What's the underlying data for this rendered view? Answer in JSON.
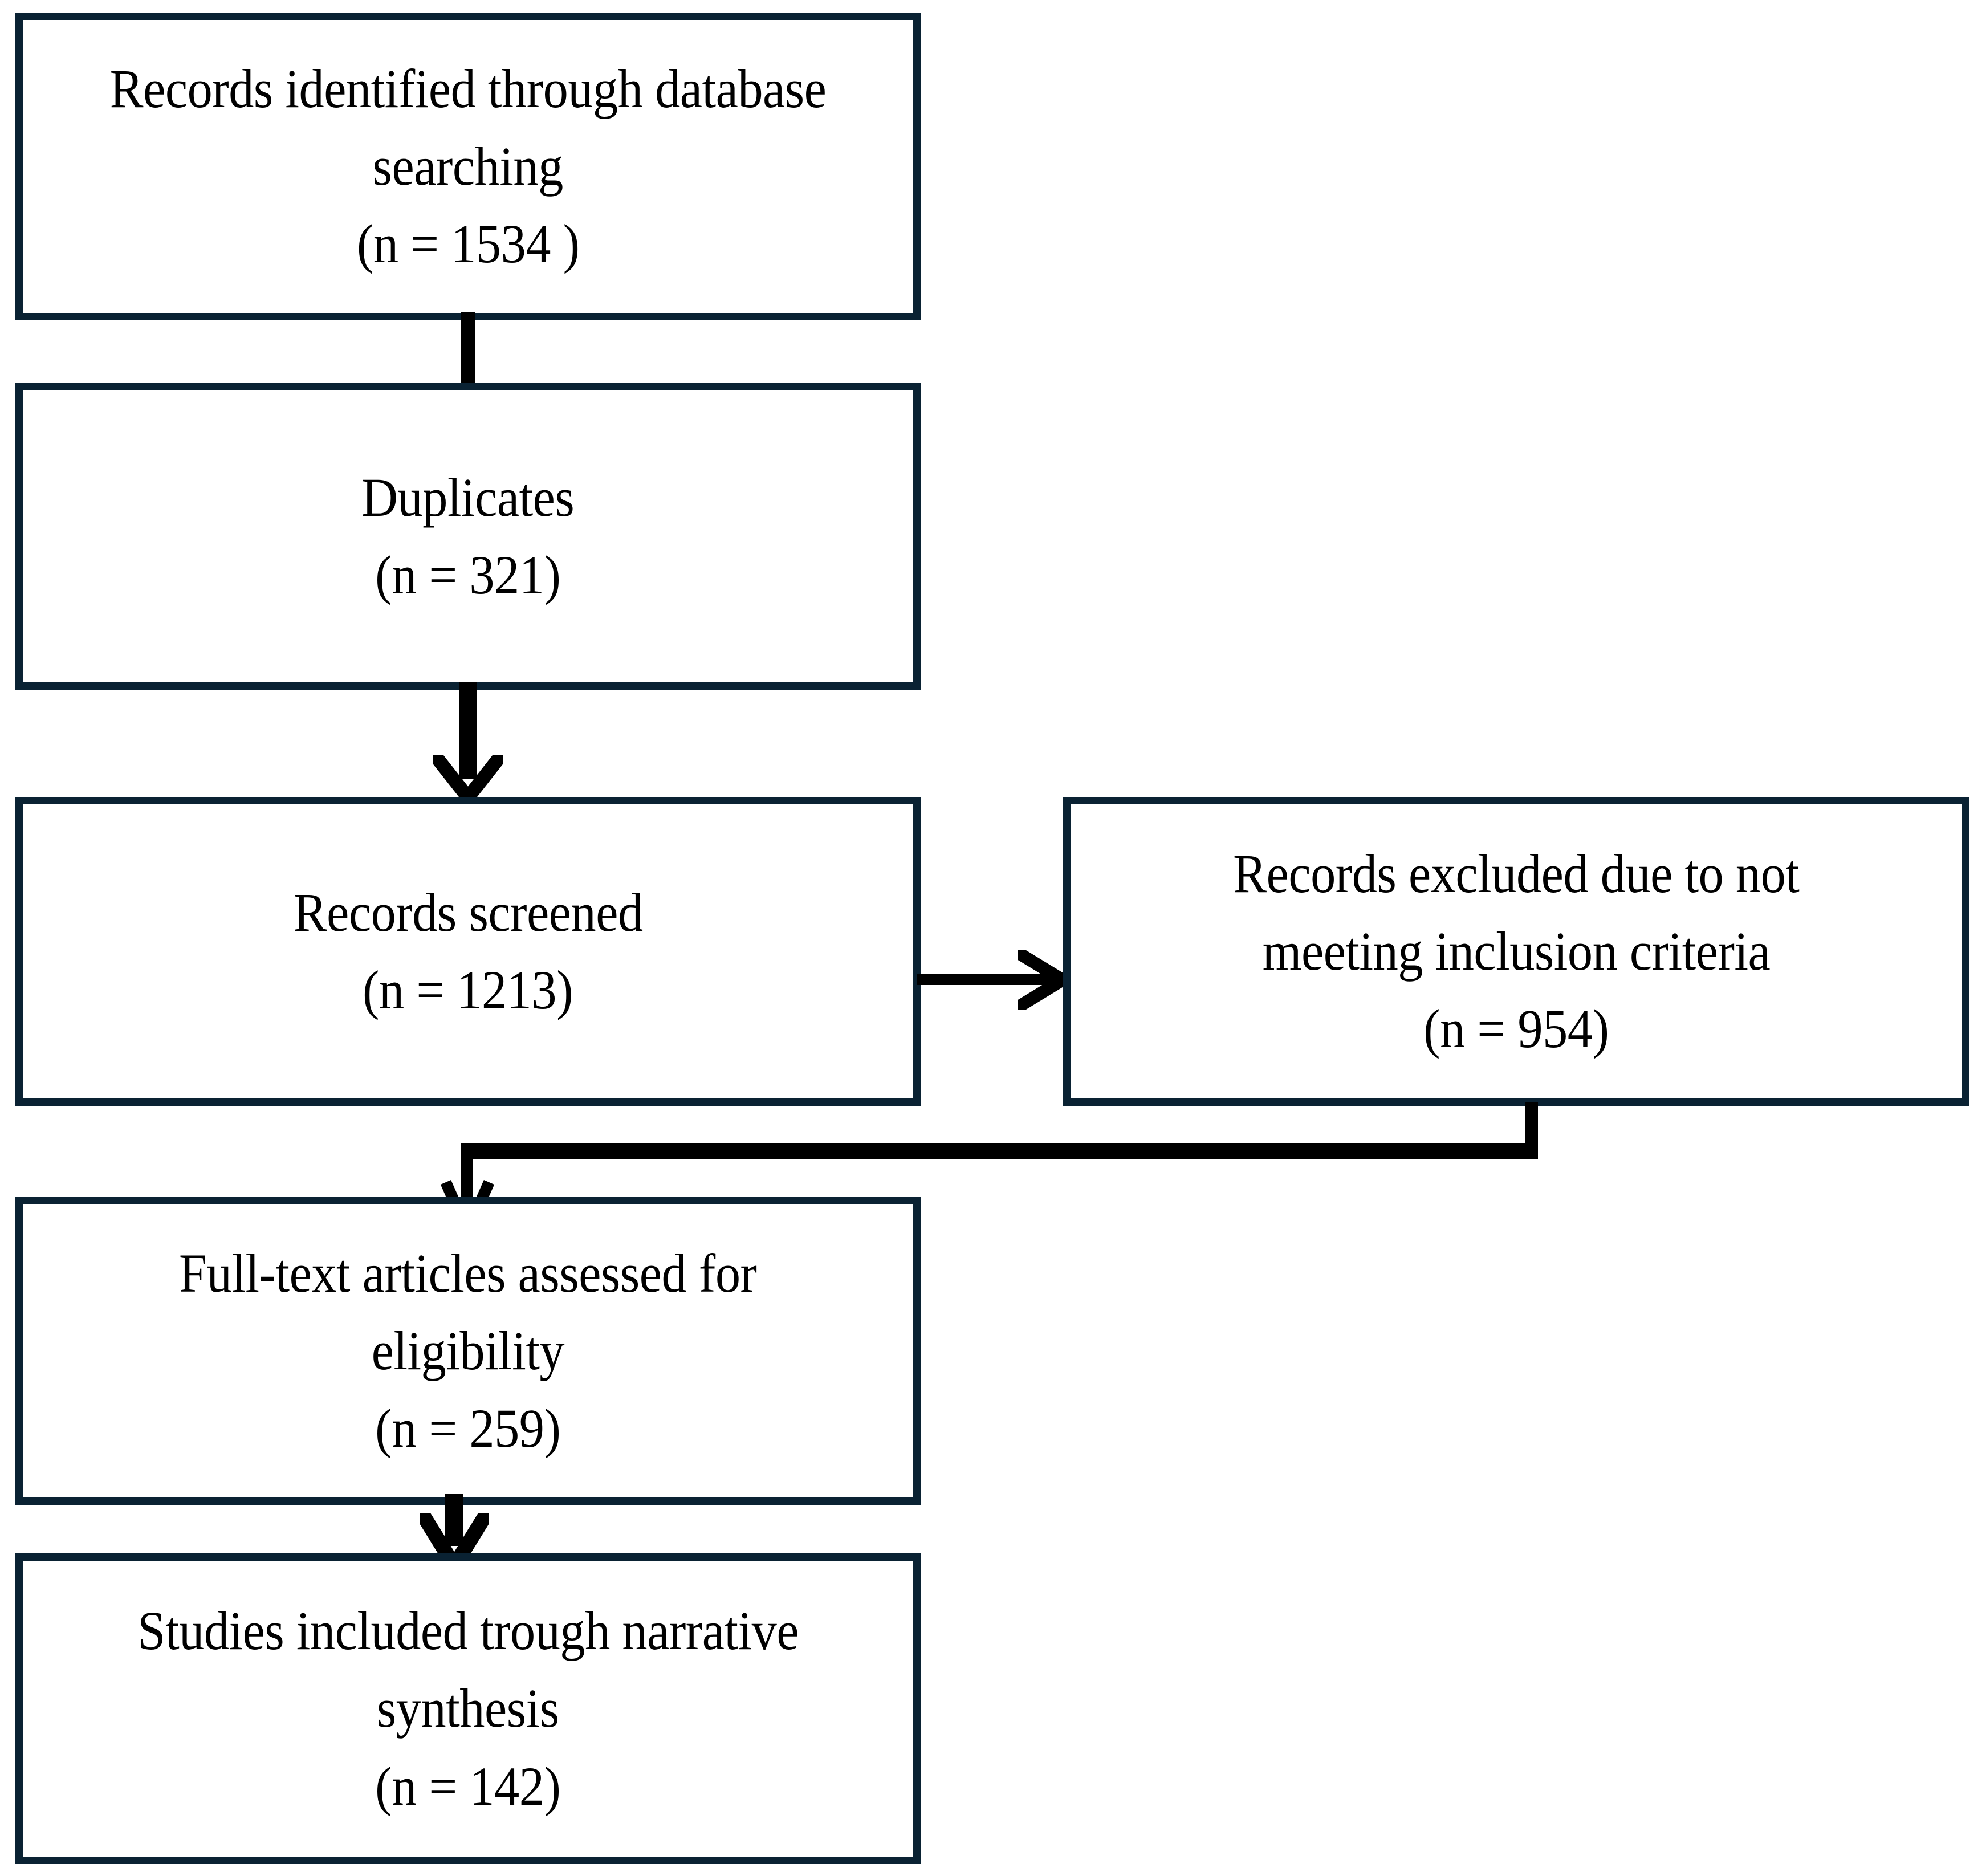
{
  "diagram": {
    "type": "prisma-flow-diagram",
    "title": "",
    "border_color": "#0a2233",
    "connector_color": "#000000",
    "background_color": "#ffffff",
    "nodes": [
      {
        "id": "identified",
        "name": "records-identified",
        "lines": [
          "Records identified through database",
          "searching",
          "(n = 1534 )"
        ],
        "count": 1534
      },
      {
        "id": "duplicates",
        "name": "duplicates",
        "lines": [
          "Duplicates",
          "(n = 321)"
        ],
        "count": 321
      },
      {
        "id": "screened",
        "name": "records-screened",
        "lines": [
          "Records screened",
          "(n = 1213)"
        ],
        "count": 1213
      },
      {
        "id": "excluded",
        "name": "records-excluded",
        "lines": [
          "Records excluded due to not",
          "meeting inclusion criteria",
          "(n = 954)"
        ],
        "count": 954
      },
      {
        "id": "fulltext",
        "name": "full-text-assessed",
        "lines": [
          "Full-text articles assessed for",
          "eligibility",
          "(n = 259)"
        ],
        "count": 259
      },
      {
        "id": "included",
        "name": "studies-included",
        "lines": [
          "Studies included trough narrative",
          "synthesis",
          "(n = 142)"
        ],
        "count": 142
      }
    ],
    "connectors": [
      {
        "id": "a",
        "from": "identified",
        "to": "duplicates",
        "style": "plain-line",
        "direction": "down"
      },
      {
        "id": "b",
        "from": "duplicates",
        "to": "screened",
        "style": "arrow",
        "direction": "down"
      },
      {
        "id": "c",
        "from": "screened",
        "to": "excluded",
        "style": "arrow",
        "direction": "right"
      },
      {
        "id": "d",
        "from": "excluded",
        "to": "fulltext",
        "style": "elbow-arrow",
        "direction": "down-left"
      },
      {
        "id": "e",
        "from": "fulltext",
        "to": "included",
        "style": "arrow",
        "direction": "down"
      }
    ]
  }
}
